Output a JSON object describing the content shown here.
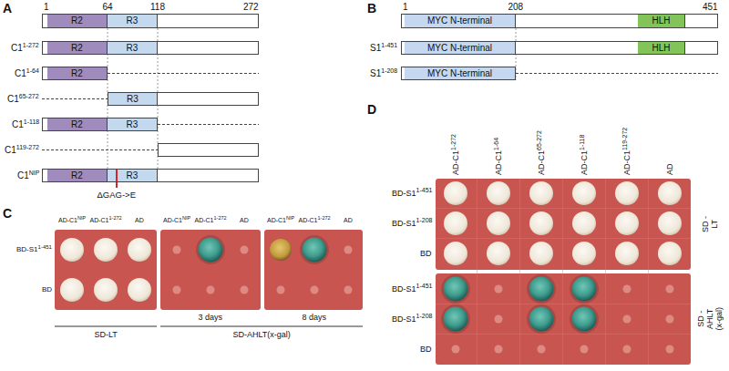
{
  "diagram": {
    "nodes": [
      {
        "text": [
          "1",
          "64",
          "118",
          "272"
        ]
      },
      {
        "text": [
          "R2"
        ],
        "in": 0
      },
      {
        "text": [
          "R3"
        ],
        "in": 0
      },
      {
        "text": [
          "C1",
          "1-272"
        ]
      },
      {
        "text": [
          "R2"
        ],
        "in": 3
      },
      {
        "text": [
          "R3"
        ],
        "in": 3
      },
      {
        "text": [
          "C1",
          "1-64"
        ]
      },
      {
        "text": [
          "R2"
        ],
        "in": 6
      },
      {
        "text": [
          "C1",
          "65-272"
        ]
      },
      {
        "text": [
          "R3"
        ],
        "in": 8
      },
      {
        "text": [
          "C1",
          "1-118"
        ]
      },
      {
        "text": [
          "R2"
        ],
        "in": 10
      },
      {
        "text": [
          "R3"
        ],
        "in": 10
      },
      {
        "text": [
          "C1",
          "119-272"
        ]
      },
      {
        "text": [
          "C1",
          "NIP"
        ]
      },
      {
        "text": [
          "R2"
        ],
        "in": 14
      },
      {
        "text": [
          "R3"
        ],
        "in": 14
      },
      {
        "text": [
          "1",
          "208",
          "451"
        ]
      },
      {
        "text": [
          "MYC N-terminal"
        ],
        "in": 17
      },
      {
        "text": [
          "HLH"
        ],
        "in": 17
      },
      {
        "text": [
          "S1",
          "1-451"
        ]
      },
      {
        "text": [
          "MYC N-terminal"
        ],
        "in": 20
      },
      {
        "text": [
          "HLH"
        ],
        "in": 20
      },
      {
        "text": [
          "S1",
          "1-208"
        ]
      },
      {
        "text": [
          "MYC N-terminal"
        ],
        "in": 23
      }
    ],
    "labels": [
      "A",
      "ΔGAG->E",
      "B",
      "C",
      "AD-C1",
      "NIP",
      "AD-C1",
      "1-272",
      "AD",
      "AD-C1",
      "NIP",
      "AD-C1",
      "1-272",
      "AD",
      "AD-C1",
      "NIP",
      "AD-C1",
      "1-272",
      "AD",
      "BD-S1",
      "1-451",
      "BD",
      "SD-LT",
      "3 days",
      "SD-AHLT(x-gal)",
      "8 days",
      "D",
      "AD-C1",
      "1-272",
      "AD-C1",
      "1-64",
      "AD-C1",
      "65-272",
      "AD-C1",
      "1-118",
      "AD-C1",
      "119-272",
      "AD",
      "BD-S1",
      "1-451",
      "BD-S1",
      "1-208",
      "BD",
      "BD-S1",
      "1-451",
      "BD-S1",
      "1-208",
      "BD",
      "SD -LT",
      "SD -AHLT (x-gal)"
    ]
  }
}
